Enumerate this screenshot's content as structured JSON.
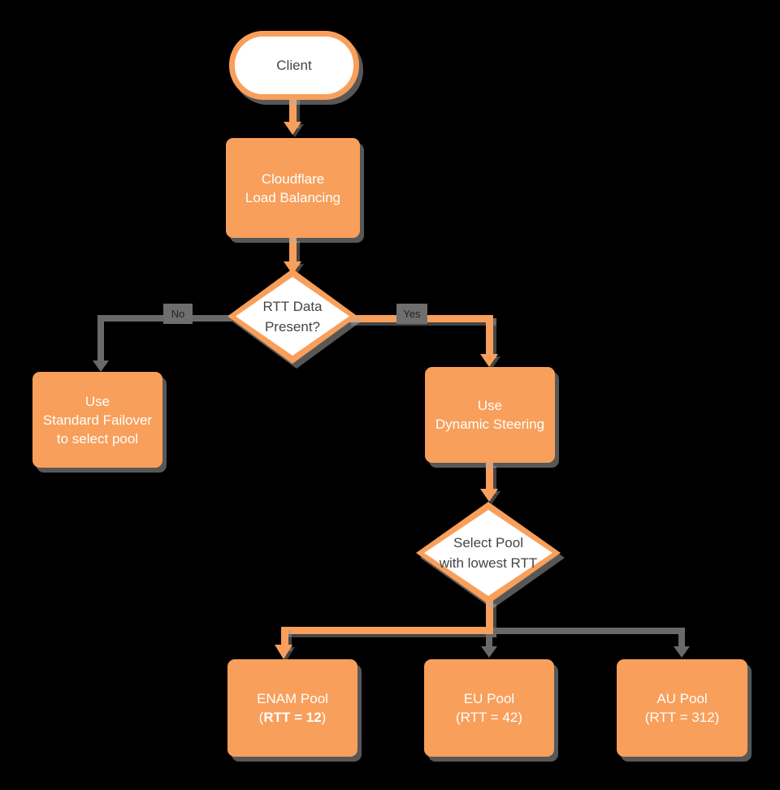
{
  "diagram": {
    "colors": {
      "background": "#000000",
      "node_orange": "#F89F5B",
      "connector_gray": "#696969",
      "node_text_light": "#FFFFFF",
      "node_text_dark": "#454547",
      "edge_label_bg": "#6E6E6E",
      "edge_label_text": "#242424"
    },
    "nodes": {
      "client": {
        "label": "Client"
      },
      "cloudflare": {
        "lines": [
          "Cloudflare",
          "Load Balancing"
        ]
      },
      "rtt_decision": {
        "lines": [
          "RTT Data",
          "Present?"
        ]
      },
      "standard_failover": {
        "lines": [
          "Use",
          "Standard Failover",
          "to select pool"
        ]
      },
      "dynamic_steering": {
        "lines": [
          "Use",
          "Dynamic Steering"
        ]
      },
      "select_pool": {
        "lines": [
          "Select Pool",
          "with lowest RTT"
        ]
      },
      "enam_pool": {
        "line1": "ENAM Pool",
        "line2_open": "(",
        "line2_bold": "RTT = 12",
        "line2_close": ")"
      },
      "eu_pool": {
        "lines": [
          "EU Pool",
          "(RTT = 42)"
        ]
      },
      "au_pool": {
        "lines": [
          "AU Pool",
          "(RTT = 312)"
        ]
      }
    },
    "edge_labels": {
      "no": "No",
      "yes": "Yes"
    }
  }
}
